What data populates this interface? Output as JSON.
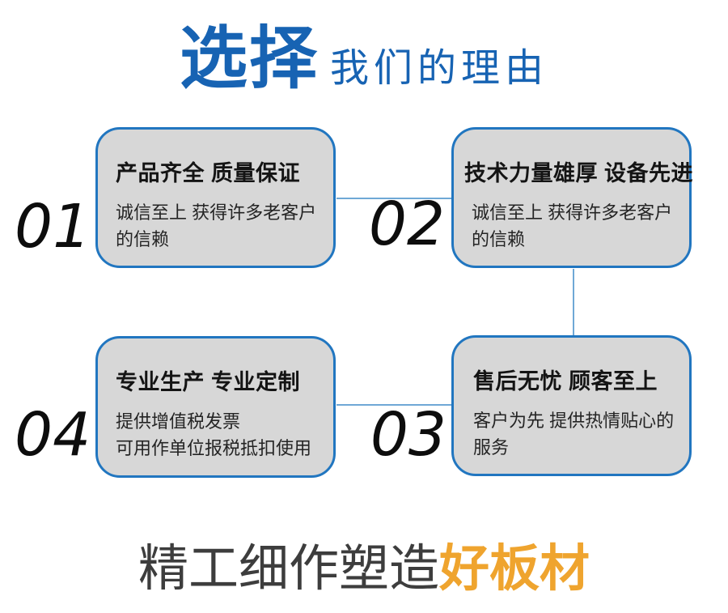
{
  "header": {
    "accent": "选择",
    "rest": "我们的理由"
  },
  "cards": [
    {
      "number": "01",
      "title": "产品齐全 质量保证",
      "body": "诚信至上 获得许多老客户\n的信赖"
    },
    {
      "number": "02",
      "title": "技术力量雄厚 设备先进",
      "body": "诚信至上 获得许多老客户\n的信赖"
    },
    {
      "number": "03",
      "title": "售后无忧 顾客至上",
      "body": "客户为先 提供热情贴心的\n服务"
    },
    {
      "number": "04",
      "title": "专业生产 专业定制",
      "body": "提供增值税发票\n可用作单位报税抵扣使用"
    }
  ],
  "footer": {
    "dark": "精工细作塑造",
    "accent": "好板材"
  },
  "colors": {
    "title_blue": "#1763b3",
    "card_border_blue": "#2176c0",
    "connector_blue": "#6fa8d6",
    "card_bg_gray": "#d7d7d7",
    "number_black": "#0d0d0d",
    "slogan_dark": "#3d3d3d",
    "slogan_orange": "#efa42e"
  }
}
